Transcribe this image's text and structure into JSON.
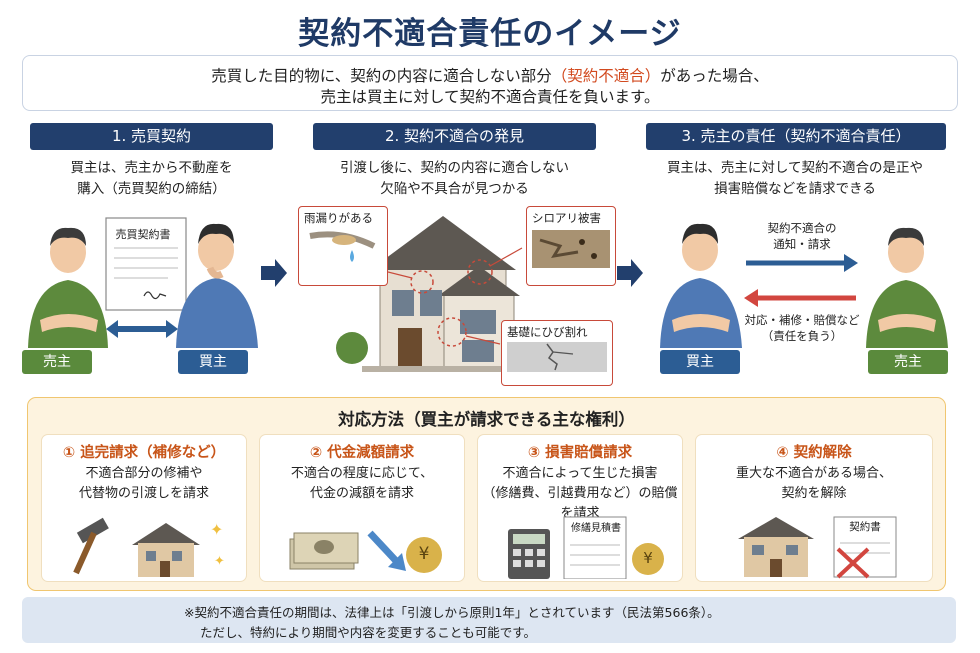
{
  "title": "契約不適合責任のイメージ",
  "intro": {
    "line1_pre": "売買した目的物に、契約の内容に適合しない部分",
    "line1_highlight": "（契約不適合）",
    "line1_post": "があった場合、",
    "line2": "売主は買主に対して契約不適合責任を負います。"
  },
  "steps": [
    {
      "heading": "1. 売買契約",
      "desc1": "買主は、売主から不動産を",
      "desc2": "購入（売買契約の締結）"
    },
    {
      "heading": "2. 契約不適合の発見",
      "desc1": "引渡し後に、契約の内容に適合しない",
      "desc2": "欠陥や不具合が見つかる"
    },
    {
      "heading": "3. 売主の責任（契約不適合責任）",
      "desc1": "買主は、売主に対して契約不適合の是正や",
      "desc2": "損害賠償などを請求できる"
    }
  ],
  "roles": {
    "seller": "売主",
    "buyer": "買主"
  },
  "contract_doc": "売買契約書",
  "defects": [
    "雨漏りがある",
    "シロアリ被害",
    "基礎にひび割れ"
  ],
  "flow": {
    "request1": "契約不適合の",
    "request2": "通知・請求",
    "response1": "対応・補修・賠償など",
    "response2": "（責任を負う）"
  },
  "methods": {
    "heading": "対応方法（買主が請求できる主な権利）",
    "items": [
      {
        "title": "① 追完請求（補修など）",
        "desc1": "不適合部分の修補や",
        "desc2": "代替物の引渡しを請求"
      },
      {
        "title": "② 代金減額請求",
        "desc1": "不適合の程度に応じて、",
        "desc2": "代金の減額を請求"
      },
      {
        "title": "③ 損害賠償請求",
        "desc1": "不適合によって生じた損害",
        "desc2": "（修繕費、引越費用など）の賠償を請求"
      },
      {
        "title": "④ 契約解除",
        "desc1": "重大な不適合がある場合、",
        "desc2": "契約を解除"
      }
    ],
    "estimate_doc": "修繕見積書",
    "cancel_doc": "契約書",
    "yen": "¥"
  },
  "note": {
    "line1": "※契約不適合責任の期間は、法律上は「引渡しから原則1年」とされています（民法第566条）。",
    "line2": "ただし、特約により期間や内容を変更することも可能です。"
  },
  "colors": {
    "navy": "#223f6d",
    "seller_green": "#5a8a3c",
    "buyer_blue": "#2c5d94",
    "accent_orange": "#c85519",
    "red_arrow": "#d2463f"
  }
}
